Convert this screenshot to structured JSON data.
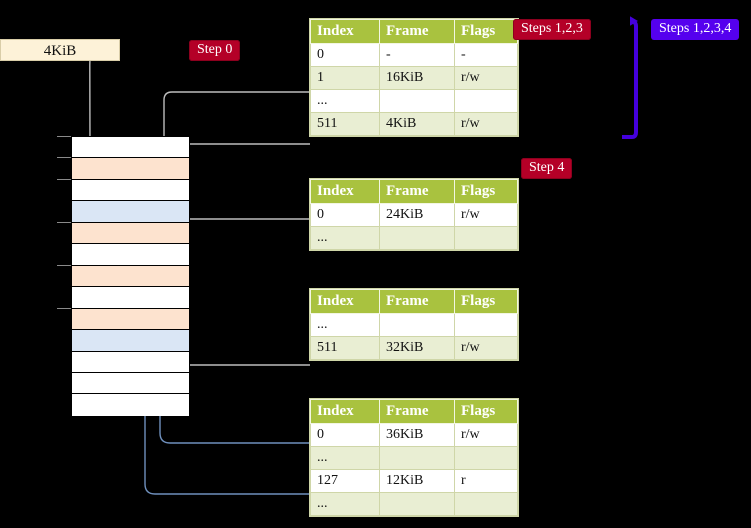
{
  "diagram": {
    "title_label": "4KiB",
    "badges": [
      {
        "id": "step0",
        "text": "Step 0",
        "color": "#b40027"
      },
      {
        "id": "steps123",
        "text": "Steps 1,2,3",
        "color": "#b40027"
      },
      {
        "id": "steps1234",
        "text": "Steps 1,2,3,4",
        "color": "#5500ee"
      },
      {
        "id": "step4",
        "text": "Step 4",
        "color": "#b40027"
      }
    ],
    "memory_grid": {
      "rows": [
        {
          "fill": "#ffffff",
          "tick": true
        },
        {
          "fill": "#fde3cf",
          "tick": true
        },
        {
          "fill": "#ffffff",
          "tick": true
        },
        {
          "fill": "#dae6f5",
          "tick": false
        },
        {
          "fill": "#fde3cf",
          "tick": true
        },
        {
          "fill": "#ffffff",
          "tick": false
        },
        {
          "fill": "#fde3cf",
          "tick": true
        },
        {
          "fill": "#ffffff",
          "tick": false
        },
        {
          "fill": "#fde3cf",
          "tick": true
        },
        {
          "fill": "#dae6f5",
          "tick": false
        },
        {
          "fill": "#ffffff",
          "tick": false
        },
        {
          "fill": "#ffffff",
          "tick": false
        },
        {
          "fill": "#ffffff",
          "tick": false
        }
      ]
    },
    "colors": {
      "header_green": "#a9c23f",
      "row_alt": "#e9eed3",
      "highlight_yellow": "#fbf7a8",
      "peach": "#fde3cf",
      "blue": "#dae6f5",
      "arrow_gray": "#b9b9b9",
      "arrow_blue": "#6f90bd",
      "bracket_blue": "#4400dd"
    },
    "tables": [
      {
        "id": "tbl0",
        "headers": [
          "Index",
          "Frame",
          "Flags"
        ],
        "rows": [
          {
            "cells": [
              "0",
              "-",
              "-"
            ],
            "alt": false,
            "highlight": false
          },
          {
            "cells": [
              "1",
              "16KiB",
              "r/w"
            ],
            "alt": true,
            "highlight": false
          },
          {
            "cells": [
              "...",
              "",
              ""
            ],
            "alt": false,
            "highlight": false
          },
          {
            "cells": [
              "511",
              "4KiB",
              "r/w"
            ],
            "alt": true,
            "highlight": true
          }
        ]
      },
      {
        "id": "tbl1",
        "headers": [
          "Index",
          "Frame",
          "Flags"
        ],
        "rows": [
          {
            "cells": [
              "0",
              "24KiB",
              "r/w"
            ],
            "alt": false,
            "highlight": false
          },
          {
            "cells": [
              "...",
              "",
              ""
            ],
            "alt": true,
            "highlight": false
          }
        ]
      },
      {
        "id": "tbl2",
        "headers": [
          "Index",
          "Frame",
          "Flags"
        ],
        "rows": [
          {
            "cells": [
              "...",
              "",
              ""
            ],
            "alt": false,
            "highlight": false
          },
          {
            "cells": [
              "511",
              "32KiB",
              "r/w"
            ],
            "alt": true,
            "highlight": false
          }
        ]
      },
      {
        "id": "tbl3",
        "headers": [
          "Index",
          "Frame",
          "Flags"
        ],
        "rows": [
          {
            "cells": [
              "0",
              "36KiB",
              "r/w"
            ],
            "alt": false,
            "highlight": false
          },
          {
            "cells": [
              "...",
              "",
              ""
            ],
            "alt": true,
            "highlight": false
          },
          {
            "cells": [
              "127",
              "12KiB",
              "r"
            ],
            "alt": false,
            "highlight": false
          },
          {
            "cells": [
              "...",
              "",
              ""
            ],
            "alt": true,
            "highlight": false
          }
        ]
      }
    ]
  }
}
